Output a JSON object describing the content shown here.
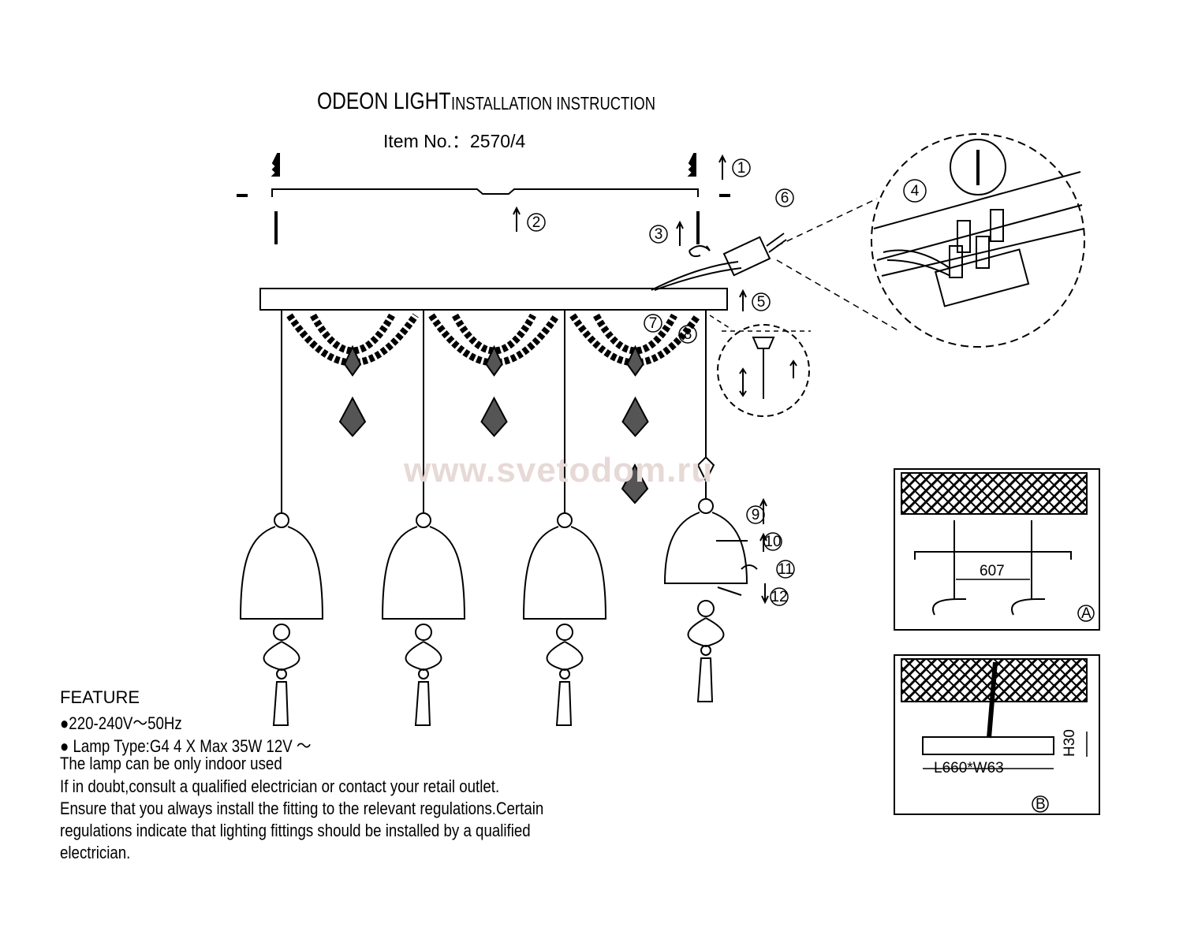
{
  "header": {
    "brand": "ODEON LIGHT",
    "subtitle": "INSTALLATION INSTRUCTION",
    "item_no": "Item No.：2570/4"
  },
  "watermark": "www.svetodom.ru",
  "steps": [
    "1",
    "2",
    "3",
    "4",
    "5",
    "6",
    "7",
    "8",
    "9",
    "10",
    "11",
    "12"
  ],
  "detail_a": {
    "dimension": "607",
    "label": "A"
  },
  "detail_b": {
    "dimension": "L660*W63",
    "height": "H30",
    "label": "B"
  },
  "features": {
    "heading": "FEATURE",
    "lines": [
      "●220-240V～50Hz",
      "● Lamp Type:G4 4 X  Max 35W 12V ～",
      "The lamp can be only indoor used",
      "If in doubt,consult a qualified electrician or contact your retail outlet.",
      "Ensure that you always install the fitting to the relevant regulations.Certain",
      "regulations indicate that lighting fittings should be installed by a qualified",
      "electrician."
    ]
  }
}
